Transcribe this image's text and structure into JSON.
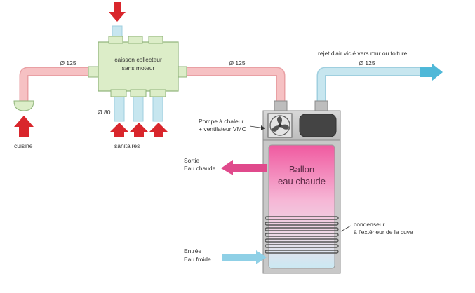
{
  "caisson": {
    "line1": "caisson collecteur",
    "line2": "sans moteur"
  },
  "duct_left_diameter": "Ø 125",
  "duct_right_diameter": "Ø 125",
  "outlet": {
    "label": "rejet d'air vicié vers mur ou toiture",
    "diameter": "Ø 125"
  },
  "small_diameter": "Ø 80",
  "kitchen_label": "cuisine",
  "sanitary_label": "sanitaires",
  "heatpump": {
    "line1": "Pompe à  chaleur",
    "line2": "+ ventilateur VMC"
  },
  "hot_water_out": {
    "line1": "Sortie",
    "line2": "Eau chaude"
  },
  "tank": {
    "line1": "Ballon",
    "line2": "eau chaude"
  },
  "condenser": {
    "line1": "condenseur",
    "line2": "à l'extérieur de la cuve"
  },
  "cold_water_in": {
    "line1": "Entrée",
    "line2": "Eau froide"
  },
  "colors": {
    "warm_duct": "#f6c1c3",
    "warm_duct_stroke": "#e9a0a4",
    "cold_duct": "#c7e6ef",
    "cold_duct_stroke": "#9fcfdf",
    "caisson_fill": "#dcedc8",
    "caisson_stroke": "#8fb47a",
    "air_in_arrow": "#d9262c",
    "hot_arrow": "#e04a8c",
    "cold_arrow": "#8fd0e6",
    "exhaust_arrow": "#4fb8d8",
    "unit_body": "#c8c8c8",
    "tank_top": "#f05aa0",
    "tank_bottom": "#d6eef6"
  }
}
